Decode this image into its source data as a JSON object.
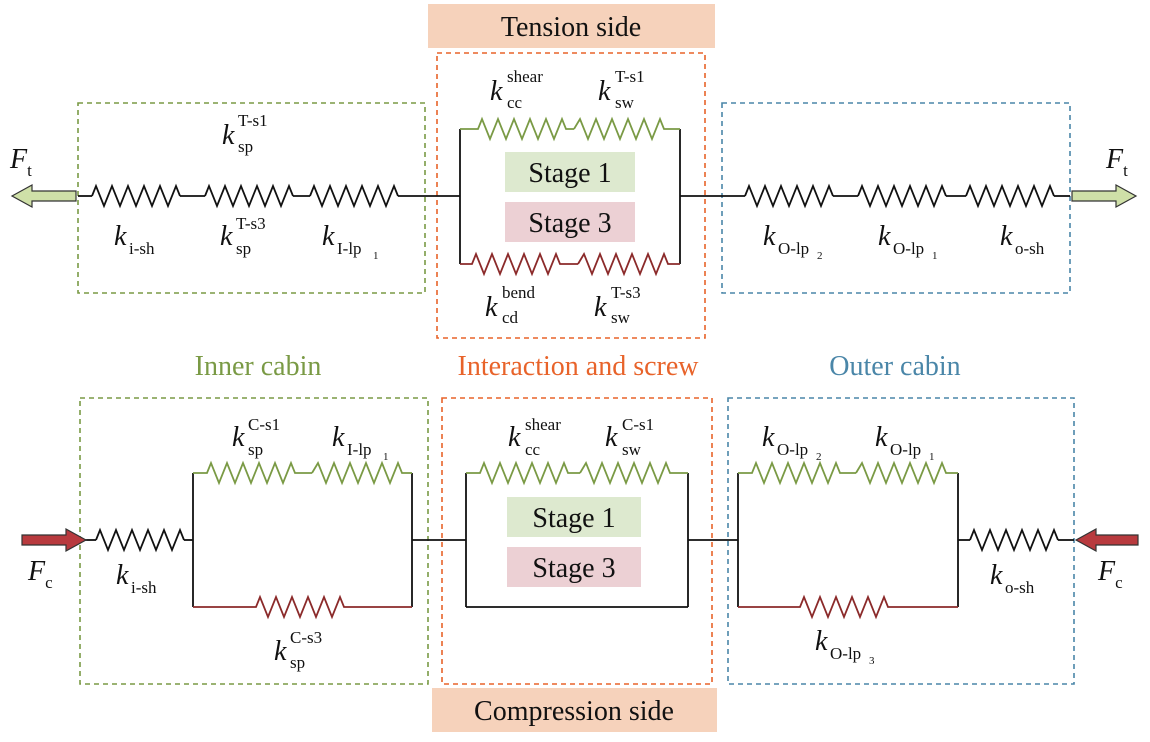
{
  "headers": {
    "tension": "Tension side",
    "compression": "Compression side"
  },
  "regions": {
    "inner": "Inner cabin",
    "interaction": "Interaction and screw",
    "outer": "Outer cabin"
  },
  "stages": {
    "stage1": "Stage 1",
    "stage3": "Stage 3"
  },
  "forces": {
    "ft": {
      "base": "F",
      "sub": "t"
    },
    "fc": {
      "base": "F",
      "sub": "c"
    }
  },
  "labels": {
    "t_sp_s1": {
      "base": "k",
      "sub": "sp",
      "sup": "T-s1"
    },
    "t_ish": {
      "base": "k",
      "sub": "i-sh",
      "sup": ""
    },
    "t_sp_s3": {
      "base": "k",
      "sub": "sp",
      "sup": "T-s3"
    },
    "t_ilp1": {
      "base": "k",
      "sub": "I-lp",
      "subsub": "1",
      "sup": ""
    },
    "t_cc_shear": {
      "base": "k",
      "sub": "cc",
      "sup": "shear"
    },
    "t_sw_s1": {
      "base": "k",
      "sub": "sw",
      "sup": "T-s1"
    },
    "t_cd_bend": {
      "base": "k",
      "sub": "cd",
      "sup": "bend"
    },
    "t_sw_s3": {
      "base": "k",
      "sub": "sw",
      "sup": "T-s3"
    },
    "t_olp2": {
      "base": "k",
      "sub": "O-lp",
      "subsub": "2",
      "sup": ""
    },
    "t_olp1": {
      "base": "k",
      "sub": "O-lp",
      "subsub": "1",
      "sup": ""
    },
    "t_osh": {
      "base": "k",
      "sub": "o-sh",
      "sup": ""
    },
    "c_sp_s1": {
      "base": "k",
      "sub": "sp",
      "sup": "C-s1"
    },
    "c_ilp1": {
      "base": "k",
      "sub": "I-lp",
      "subsub": "1",
      "sup": ""
    },
    "c_ish": {
      "base": "k",
      "sub": "i-sh",
      "sup": ""
    },
    "c_sp_s3": {
      "base": "k",
      "sub": "sp",
      "sup": "C-s3"
    },
    "c_cc_shear": {
      "base": "k",
      "sub": "cc",
      "sup": "shear"
    },
    "c_sw_s1": {
      "base": "k",
      "sub": "sw",
      "sup": "C-s1"
    },
    "c_olp2": {
      "base": "k",
      "sub": "O-lp",
      "subsub": "2",
      "sup": ""
    },
    "c_olp1": {
      "base": "k",
      "sub": "O-lp",
      "subsub": "1",
      "sup": ""
    },
    "c_olp3": {
      "base": "k",
      "sub": "O-lp",
      "subsub": "3",
      "sup": ""
    },
    "c_osh": {
      "base": "k",
      "sub": "o-sh",
      "sup": ""
    }
  },
  "colors": {
    "green": "#7a9a45",
    "orange": "#e8632a",
    "blue": "#4a86a8",
    "dark_red": "#8b2a2a",
    "stage1_fill": "#dde9cf",
    "stage3_fill": "#ecd0d4",
    "header_fill": "#f6d2bb",
    "arrow_green": "#cfe0a8",
    "arrow_red": "#b83a3e"
  }
}
